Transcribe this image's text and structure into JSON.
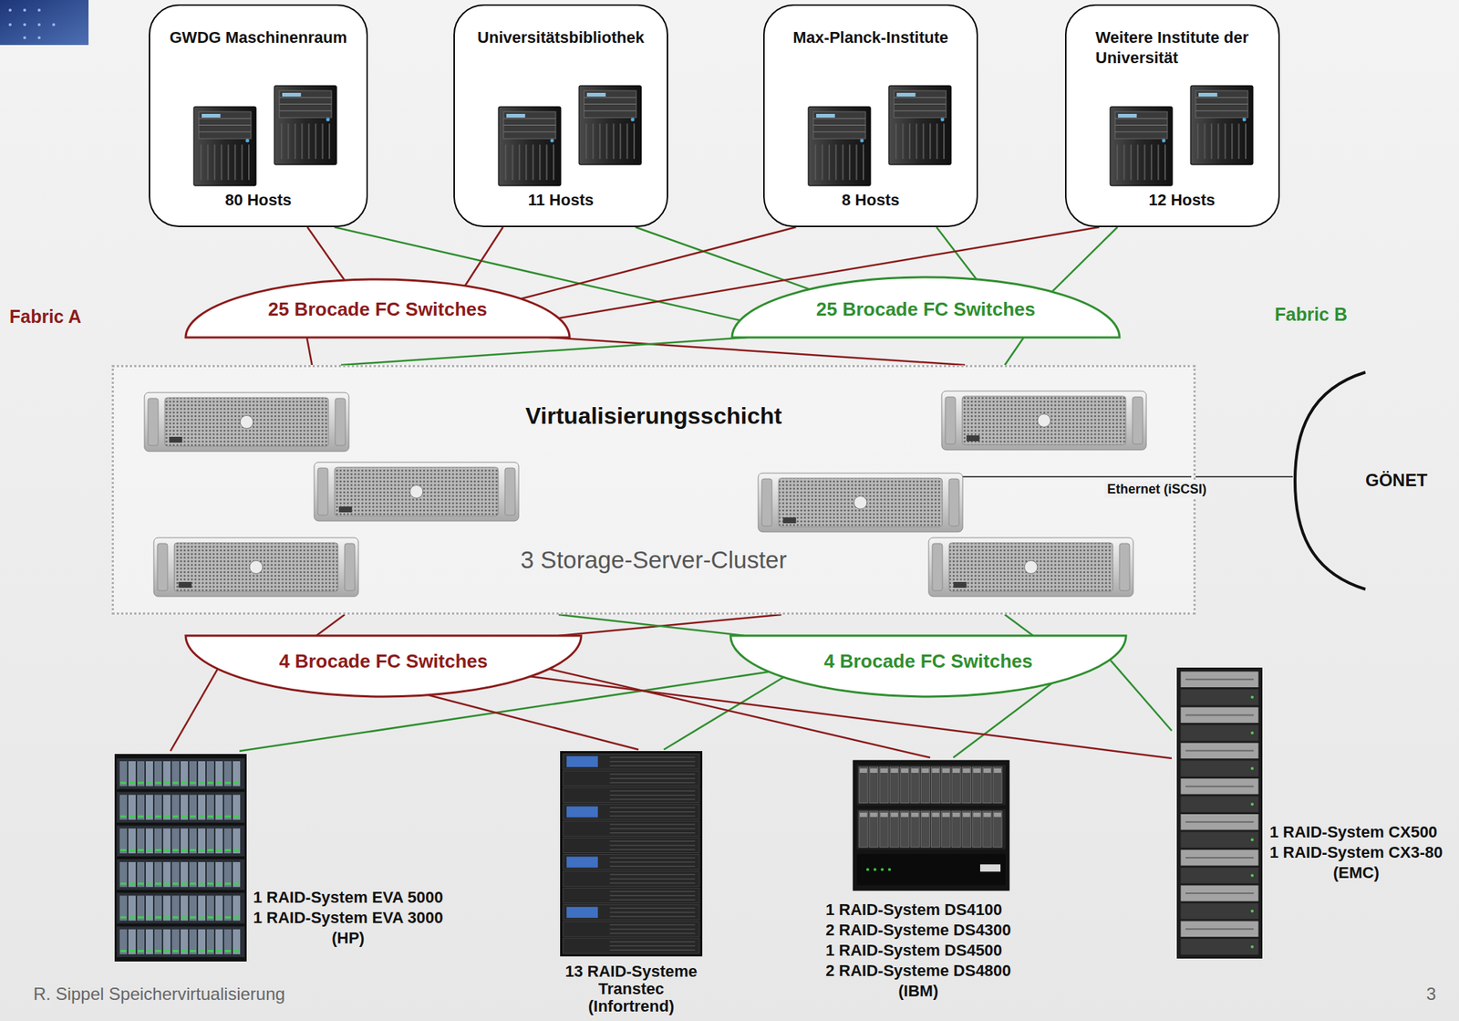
{
  "diagram": {
    "nodes": [
      {
        "text": [
          "GWDG Maschinenraum",
          "80 Hosts"
        ]
      },
      {
        "text": [
          "Universitätsbibliothek",
          "11 Hosts"
        ]
      },
      {
        "text": [
          "Max-Planck-Institute",
          "8 Hosts"
        ]
      },
      {
        "text": [
          "Weitere Institute der Universität",
          "12 Hosts"
        ]
      },
      {
        "text": [
          "25 Brocade FC Switches"
        ]
      },
      {
        "text": [
          "25 Brocade FC Switches"
        ]
      },
      {
        "text": [
          "Virtualisierungsschicht",
          "3 Storage-Server-Cluster"
        ]
      },
      {
        "text": [
          "GÖNET"
        ]
      },
      {
        "text": [
          "4 Brocade FC Switches"
        ]
      },
      {
        "text": [
          "4 Brocade FC Switches"
        ]
      },
      {
        "text": [
          "1 RAID-System EVA 5000",
          "1 RAID-System EVA 3000",
          "(HP)"
        ]
      },
      {
        "text": [
          "13 RAID-Systeme",
          "Transtec",
          "(Infortrend)"
        ]
      },
      {
        "text": [
          "1 RAID-System DS4100",
          "2 RAID-Systeme DS4300",
          "1 RAID-System DS4500",
          "2 RAID-Systeme DS4800",
          "(IBM)"
        ]
      },
      {
        "text": [
          "1 RAID-System CX500",
          "1 RAID-System CX3-80",
          "(EMC)"
        ]
      }
    ],
    "edges": [
      {
        "from": 0,
        "to": 4,
        "arrow": "none"
      },
      {
        "from": 0,
        "to": 5,
        "arrow": "none"
      },
      {
        "from": 1,
        "to": 4,
        "arrow": "none"
      },
      {
        "from": 1,
        "to": 5,
        "arrow": "none"
      },
      {
        "from": 2,
        "to": 4,
        "arrow": "none"
      },
      {
        "from": 2,
        "to": 5,
        "arrow": "none"
      },
      {
        "from": 3,
        "to": 4,
        "arrow": "none"
      },
      {
        "from": 3,
        "to": 5,
        "arrow": "none"
      },
      {
        "from": 4,
        "to": 6,
        "arrow": "none"
      },
      {
        "from": 4,
        "to": 6,
        "arrow": "none"
      },
      {
        "from": 5,
        "to": 6,
        "arrow": "none"
      },
      {
        "from": 5,
        "to": 6,
        "arrow": "none"
      },
      {
        "from": 6,
        "to": 8,
        "arrow": "none"
      },
      {
        "from": 6,
        "to": 8,
        "arrow": "none"
      },
      {
        "from": 6,
        "to": 9,
        "arrow": "none"
      },
      {
        "from": 6,
        "to": 9,
        "arrow": "none"
      },
      {
        "from": 8,
        "to": 10,
        "arrow": "none"
      },
      {
        "from": 9,
        "to": 10,
        "arrow": "none"
      },
      {
        "from": 8,
        "to": 11,
        "arrow": "none"
      },
      {
        "from": 9,
        "to": 11,
        "arrow": "none"
      },
      {
        "from": 8,
        "to": 12,
        "arrow": "none"
      },
      {
        "from": 9,
        "to": 12,
        "arrow": "none"
      },
      {
        "from": 8,
        "to": 13,
        "arrow": "none"
      },
      {
        "from": 9,
        "to": 13,
        "arrow": "none"
      },
      {
        "from": 6,
        "to": 7,
        "label": "Ethernet (iSCSI)",
        "arrow": "none"
      }
    ],
    "labels": [
      "Fabric A",
      "Fabric B",
      "R. Sippel Speichervirtualisierung",
      "3"
    ]
  }
}
